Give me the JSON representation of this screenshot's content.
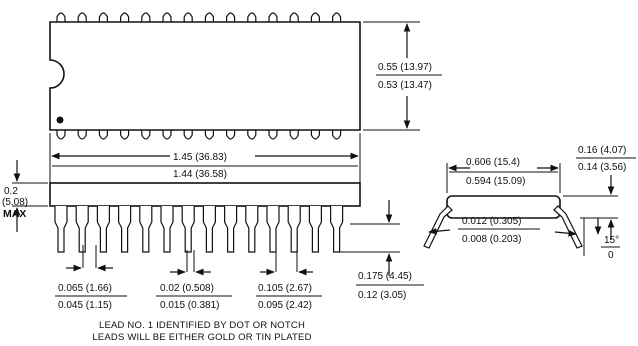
{
  "dimensions": {
    "width_max": "0.55 (13.97)",
    "width_min": "0.53 (13.47)",
    "length_max": "1.45 (36.83)",
    "length_min": "1.44 (36.58)",
    "height_max_top": "0.2",
    "height_max_mm": "(5.08)",
    "height_max_word": "MAX",
    "lead_width_upper_max": "0.065 (1.66)",
    "lead_width_upper_min": "0.045 (1.15)",
    "lead_width_max": "0.02 (0.508)",
    "lead_width_min": "0.015 (0.381)",
    "lead_pitch_max": "0.105 (2.67)",
    "lead_pitch_min": "0.095 (2.42)",
    "lead_length_max": "0.175 (4.45)",
    "lead_length_min": "0.12 (3.05)",
    "row_spacing_max": "0.606 (15.4)",
    "row_spacing_min": "0.594 (15.09)",
    "seat_height_max": "0.16 (4.07)",
    "seat_height_min": "0.14 (3.56)",
    "lead_thickness_max": "0.012 (0.305)",
    "lead_thickness_min": "0.008 (0.203)",
    "lead_angle_max": "15°",
    "lead_angle_min": "0"
  },
  "notes": {
    "line1": "LEAD NO. 1 IDENTIFIED BY DOT OR NOTCH",
    "line2": "LEADS WILL BE EITHER GOLD OR TIN PLATED"
  }
}
